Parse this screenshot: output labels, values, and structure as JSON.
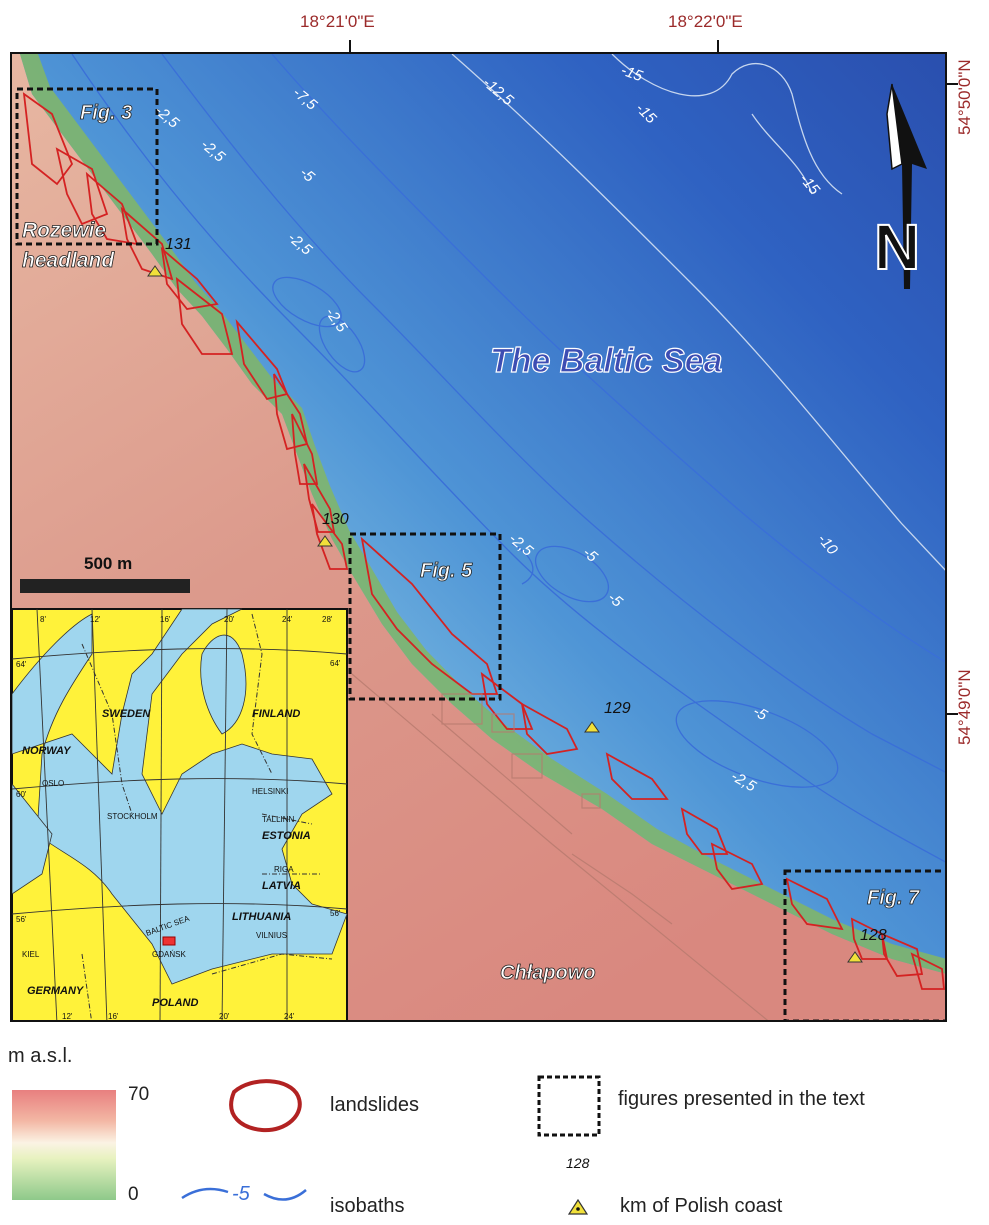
{
  "coordinates": {
    "lon_1": "18°21'0\"E",
    "lon_2": "18°22'0\"E",
    "lat_1": "54°50'0\"N",
    "lat_2": "54°49'0\"N"
  },
  "map": {
    "sea_label": "The Baltic Sea",
    "headland_label_1": "Rozewie",
    "headland_label_2": "headland",
    "town_label": "Chłapowo",
    "scale_label": "500 m",
    "figure_boxes": [
      "Fig. 3",
      "Fig. 5",
      "Fig. 7"
    ],
    "km_markers": [
      "131",
      "130",
      "129",
      "128"
    ],
    "isobath_labels": [
      "-2,5",
      "-2,5",
      "-2,5",
      "-2,5",
      "-2,5",
      "-2,5",
      "-5",
      "-5",
      "-5",
      "-5",
      "-7,5",
      "-12,5",
      "-15",
      "-15",
      "-15",
      "-10"
    ],
    "colors": {
      "landslide": "#d42222",
      "isobath": "#3a6fd8",
      "isobath_deep": "#c6d6ee",
      "coordinate_text": "#9b2a2a"
    }
  },
  "inset": {
    "country_labels": [
      "SWEDEN",
      "FINLAND",
      "NORWAY",
      "ESTONIA",
      "LATVIA",
      "LITHUANIA",
      "GERMANY",
      "POLAND"
    ],
    "city_labels": [
      "OSLO",
      "STOCKHOLM",
      "HELSINKI",
      "TALLINN",
      "RIGA",
      "VILNIUS",
      "KIEL",
      "GDAŃSK"
    ],
    "sea_label": "BALTIC SEA",
    "lon_ticks_top": [
      "8'",
      "12'",
      "16'",
      "20'",
      "24'",
      "28'"
    ],
    "lon_ticks_bottom": [
      "12'",
      "16'",
      "20'",
      "24'"
    ],
    "lat_ticks": [
      "64'",
      "60'",
      "56'",
      "64'",
      "56'"
    ],
    "colors": {
      "land": "#fff23a",
      "water": "#9fd6ee"
    }
  },
  "legend": {
    "title": "m a.s.l.",
    "max_value": "70",
    "min_value": "0",
    "landslides_label": "landslides",
    "figures_label": "figures presented in the text",
    "isobaths_label": "isobaths",
    "isobath_sample": "-5",
    "km_label": "km of Polish coast",
    "km_sample": "128"
  }
}
